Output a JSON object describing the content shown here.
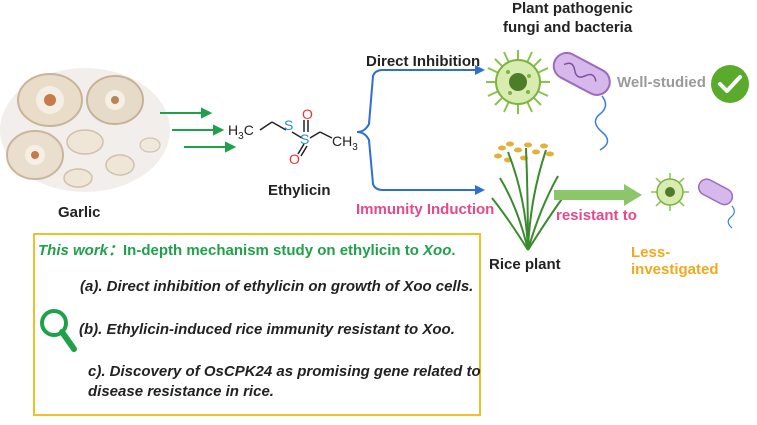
{
  "labels": {
    "garlic": "Garlic",
    "ethylicin": "Ethylicin",
    "direct_inhibition": "Direct Inhibition",
    "immunity_induction": "Immunity Induction",
    "pathogen_title_1": "Plant pathogenic",
    "pathogen_title_2": "fungi and bacteria",
    "well_studied": "Well-studied",
    "rice_plant": "Rice plant",
    "resistant_to": "resistant to",
    "less_investigated": "Less-investigated"
  },
  "molecule": {
    "h3c": "H",
    "h3c_sub": "3",
    "c_after": "C",
    "s1": "S",
    "s2": "S",
    "o_top": "O",
    "o_bottom": "O",
    "ch": "CH",
    "ch_sub": "3"
  },
  "work": {
    "prefix": "This work：",
    "title": "In-depth mechanism study on ethylicin to ",
    "title_em": "Xoo",
    "title_end": ".",
    "items": [
      "(a). Direct inhibition of ethylicin on growth of Xoo cells.",
      "(b). Ethylicin-induced rice immunity resistant to Xoo.",
      "c). Discovery of OsCPK24 as promising gene related to",
      "disease resistance in rice."
    ]
  },
  "colors": {
    "green_accent": "#1fa14a",
    "pink": "#e8488a",
    "orange": "#f2a81d",
    "blue_arrow": "#2f6fd0",
    "sulfur_blue": "#2a8ad6",
    "oxygen_red": "#e33",
    "check_green": "#5aab2c",
    "box_border": "#f2be2a"
  },
  "icons": [
    "garlic-image",
    "fungus-icon",
    "bacterium-icon",
    "check-icon",
    "rice-plant-icon",
    "magnifier-icon"
  ]
}
